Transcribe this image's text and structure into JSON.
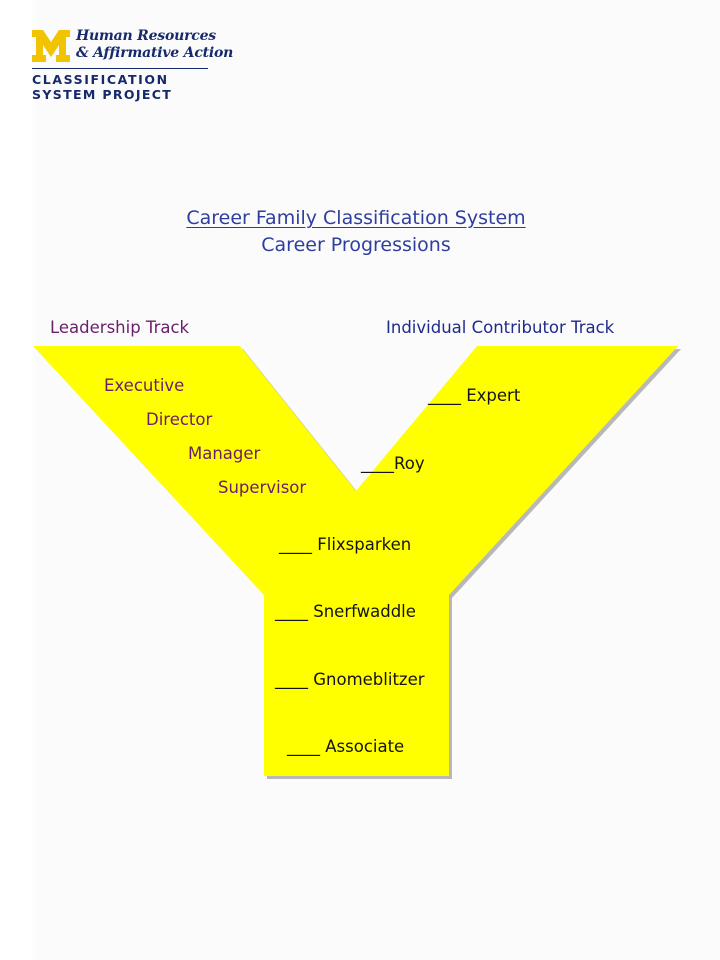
{
  "logo": {
    "line1": "Human Resources",
    "line2": "& Affirmative Action",
    "project_line1": "CLASSIFICATION",
    "project_line2": "SYSTEM PROJECT",
    "mark_color": "#f2c300",
    "text_color": "#16296b"
  },
  "title": {
    "main": "Career Family Classification System",
    "sub": "Career Progressions"
  },
  "tracks": {
    "leadership": "Leadership Track",
    "individual_contributor": "Individual Contributor Track"
  },
  "leadership_levels": [
    "Executive",
    "Director",
    "Manager",
    "Supervisor"
  ],
  "ic_levels": [
    "____ Expert",
    "____Roy"
  ],
  "stem_levels": [
    "____ Flixsparken",
    "____ Snerfwaddle",
    "____ Gnomeblitzer",
    "____ Associate"
  ],
  "colors": {
    "y_fill": "#ffff00",
    "y_shadow": "#b8b8b8",
    "leadership_text": "#6b1e6b",
    "title_text": "#2f3e9e"
  }
}
